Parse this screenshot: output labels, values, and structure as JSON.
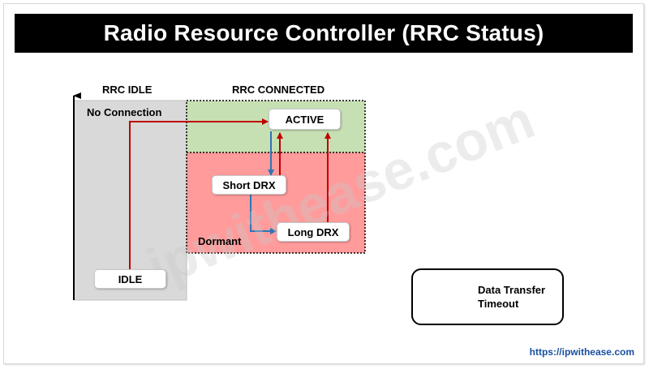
{
  "title": "Radio Resource Controller (RRC Status)",
  "watermark": "ipwithease.com",
  "labels": {
    "rrc_idle": "RRC IDLE",
    "rrc_connected": "RRC CONNECTED",
    "no_connection": "No Connection",
    "dormant": "Dormant"
  },
  "states": {
    "active": "ACTIVE",
    "short_drx": "Short DRX",
    "long_drx": "Long DRX",
    "idle": "IDLE"
  },
  "legend": {
    "data_transfer": "Data Transfer",
    "timeout": "Timeout"
  },
  "colors": {
    "data_transfer": "#c00000",
    "timeout": "#2e75b6",
    "idle_region": "#d9d9d9",
    "active_region": "#c6e0b4",
    "dormant_region": "#ff9b9b"
  },
  "footer_url": "https://ipwithease.com"
}
